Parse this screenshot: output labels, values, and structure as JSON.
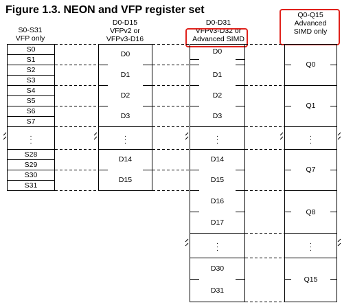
{
  "figure_title": "Figure 1.3. NEON and VFP register set",
  "columns": [
    {
      "line1": "S0-S31",
      "line2": "VFP only",
      "line3": ""
    },
    {
      "line1": "D0-D15",
      "line2": "VFPv2 or",
      "line3": "VFPv3-D16"
    },
    {
      "line1": "D0-D31",
      "line2": "VFPv3-D32 or",
      "line3": "Advanced SIMD"
    },
    {
      "line1": "Q0-Q15",
      "line2": "Advanced",
      "line3": "SIMD only"
    }
  ],
  "s_regs_top": [
    "S0",
    "S1",
    "S2",
    "S3",
    "S4",
    "S5",
    "S6",
    "S7"
  ],
  "s_regs_bottom": [
    "S28",
    "S29",
    "S30",
    "S31"
  ],
  "d16_regs_top": [
    "D0",
    "D1",
    "D2",
    "D3"
  ],
  "d16_regs_bottom": [
    "D14",
    "D15"
  ],
  "d32_regs_top": [
    "D0",
    "D1",
    "D2",
    "D3"
  ],
  "d32_regs_mid": [
    "D14",
    "D15",
    "D16",
    "D17"
  ],
  "d32_regs_bottom": [
    "D30",
    "D31"
  ],
  "q_regs_top": [
    "Q0",
    "Q1"
  ],
  "q_regs_mid": [
    "Q7",
    "Q8"
  ],
  "q_regs_bottom": [
    "Q15"
  ],
  "ellipsis": ".",
  "highlight_color": "#e0211b"
}
